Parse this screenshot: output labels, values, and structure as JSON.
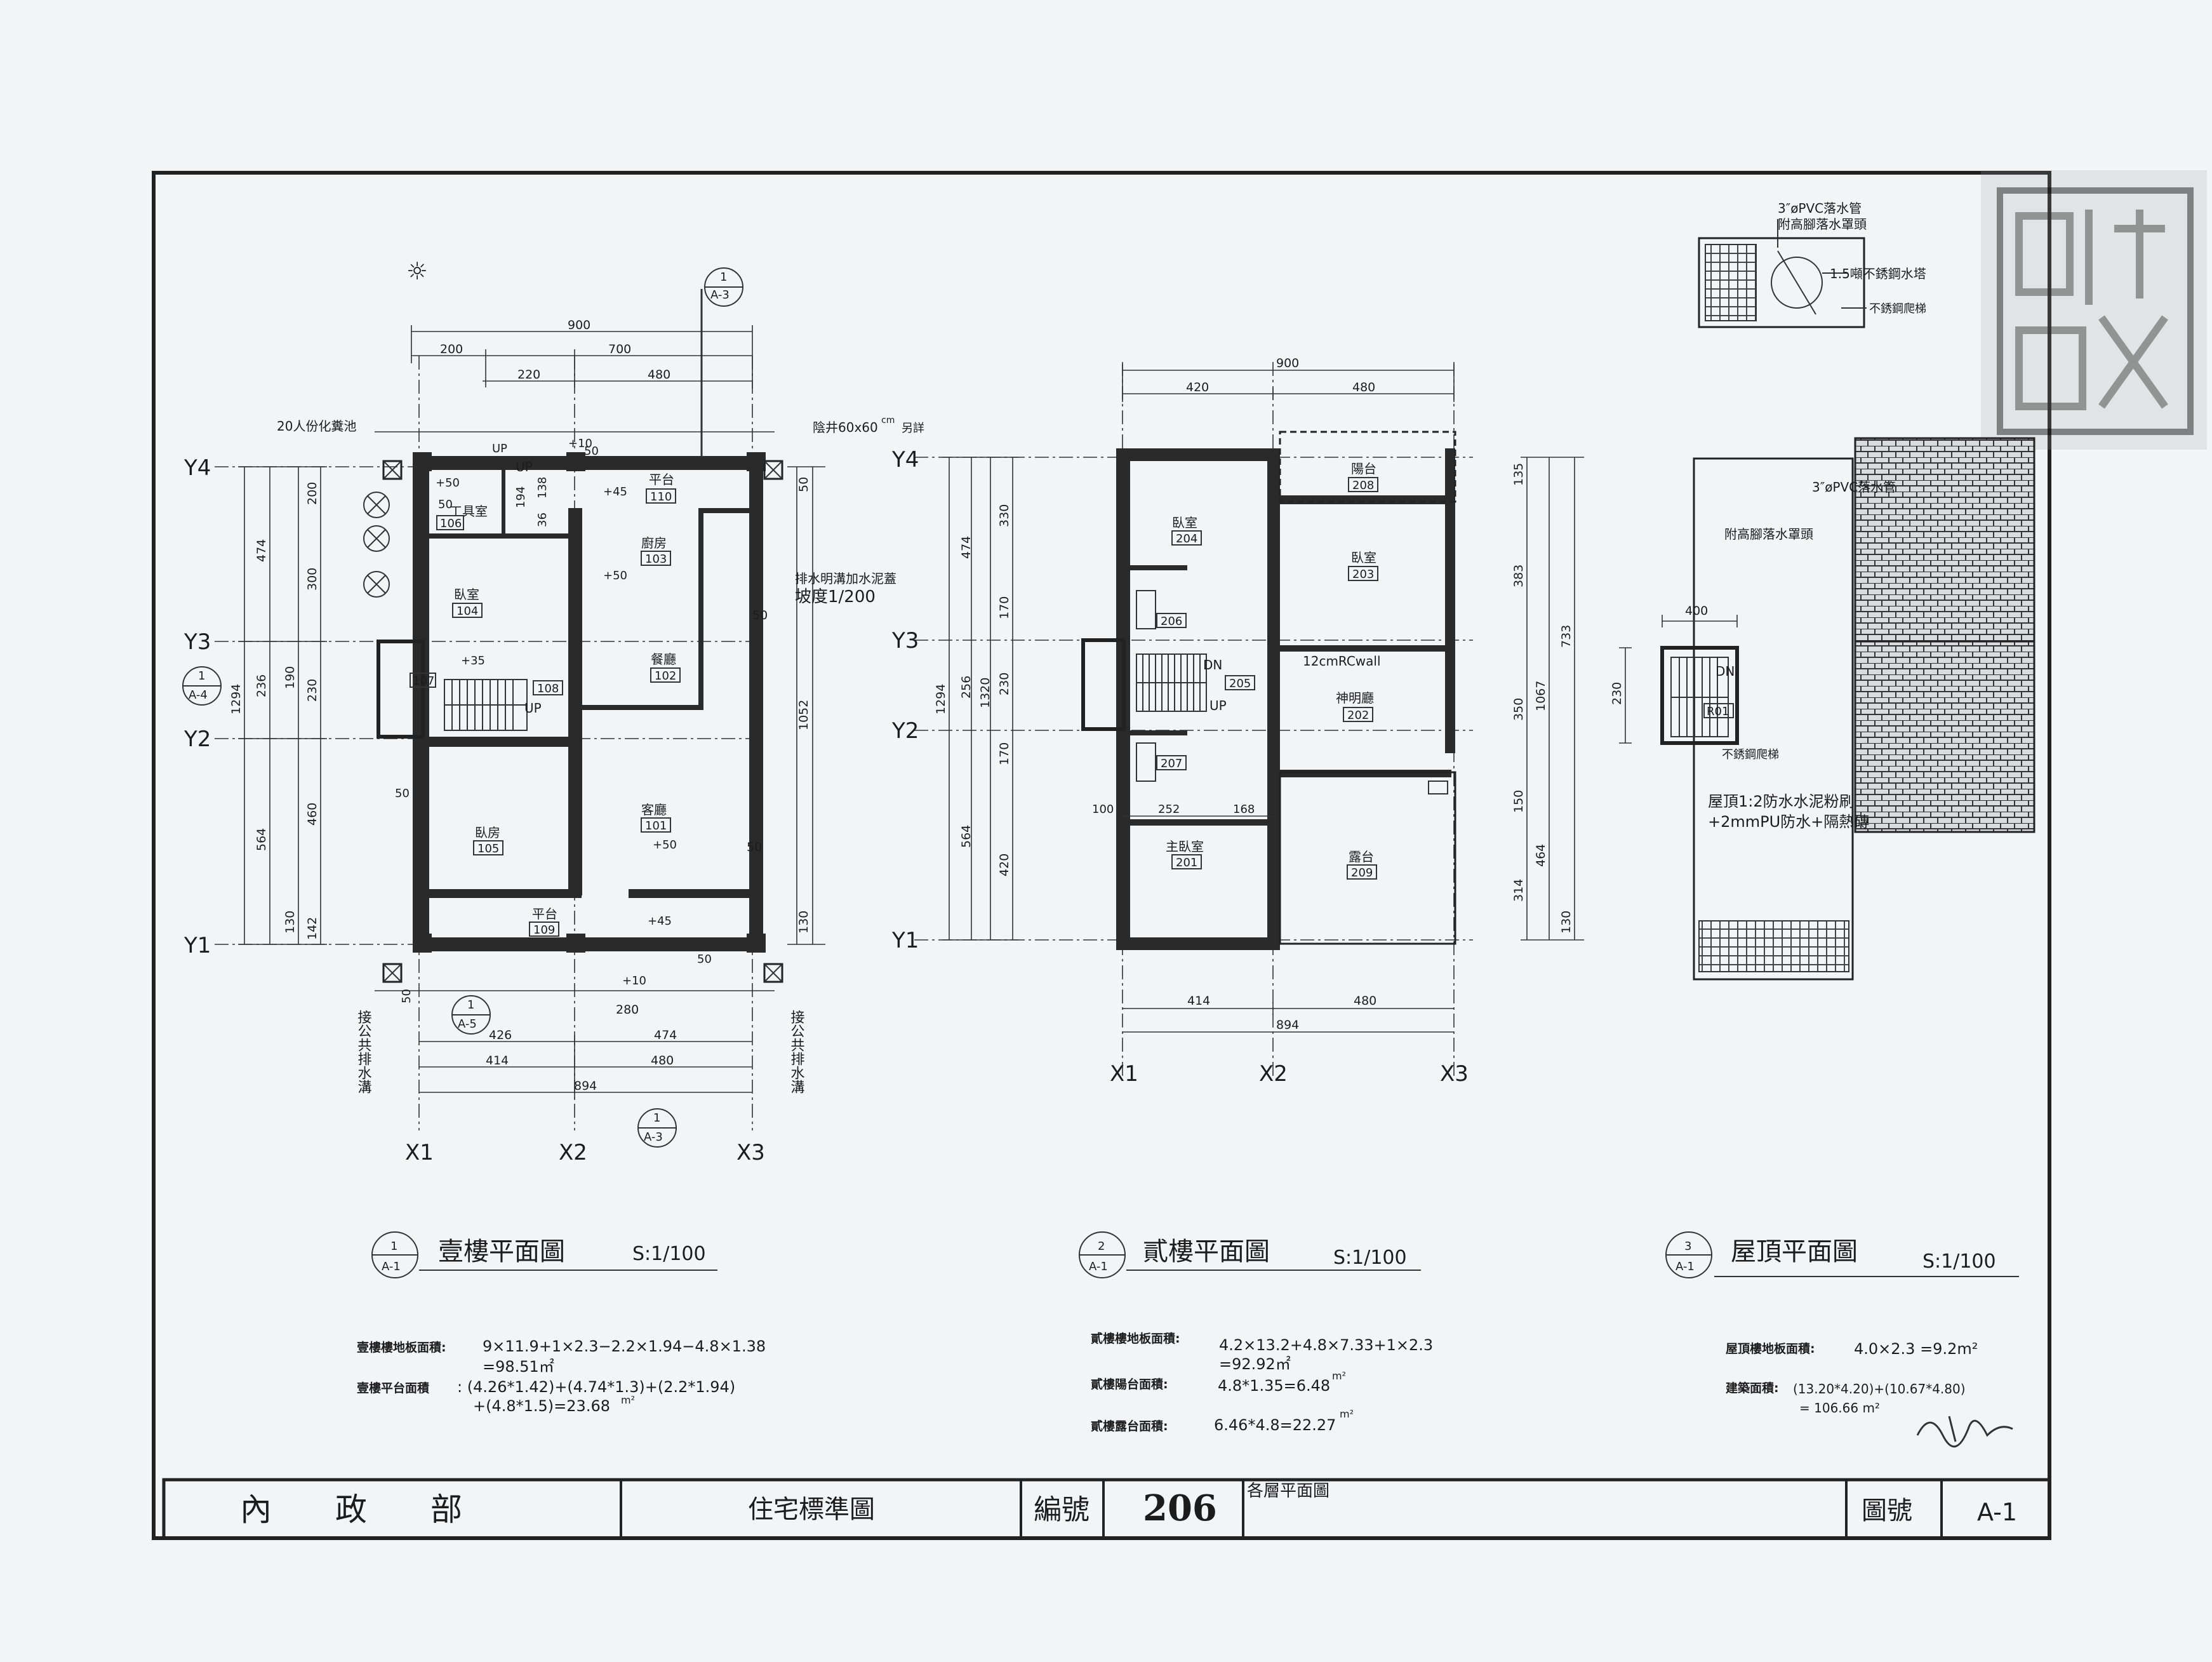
{
  "colors": {
    "paper": "#f3f4f6",
    "ink": "#1c1c1c"
  },
  "icons": {
    "sheet_stamp": "seal-stamp-icon",
    "signature": "handwritten-signature"
  },
  "floor1": {
    "title": "壹樓平面圖",
    "scale": "S:1/100",
    "marker_top": "1",
    "marker_bottom": "A-1",
    "dims_top": [
      "900",
      "200",
      "700",
      "220",
      "480"
    ],
    "dims_bottom": [
      "426",
      "474",
      "414",
      "480",
      "894",
      "280"
    ],
    "dims_left": [
      "200",
      "300",
      "474",
      "236",
      "190",
      "230",
      "1294",
      "460",
      "564",
      "130",
      "142"
    ],
    "dims_right": [
      "50",
      "50",
      "1052",
      "50",
      "130"
    ],
    "dims_misc": [
      "50",
      "50",
      "194",
      "138",
      "36",
      "50",
      "50",
      "50"
    ],
    "rooms": [
      {
        "name": "工具室",
        "num": "106"
      },
      {
        "name": "平台",
        "num": "110"
      },
      {
        "name": "廚房",
        "num": "103"
      },
      {
        "name": "臥室",
        "num": "104"
      },
      {
        "name": "",
        "num": "107"
      },
      {
        "name": "",
        "num": "108"
      },
      {
        "name": "餐廳",
        "num": "102"
      },
      {
        "name": "客廳",
        "num": "101"
      },
      {
        "name": "臥房",
        "num": "105"
      },
      {
        "name": "平台",
        "num": "109"
      }
    ],
    "levels": [
      "+50",
      "+45",
      "+50",
      "+35",
      "+50",
      "+45",
      "+10",
      "+10"
    ],
    "notes": {
      "septic": "20人份化糞池",
      "manhole": "陰井60x60",
      "manhole_unit": "cm",
      "manhole_detail": "另詳",
      "drain": "排水明溝加水泥蓋",
      "slope": "坡度1/200",
      "sewer_left": "接公共排水溝",
      "sewer_right": "接公共排水溝"
    },
    "up_labels": [
      "UP",
      "UP",
      "UP"
    ],
    "sections": [
      "A-3",
      "A-4",
      "A-5",
      "A-3"
    ],
    "section_num": "1",
    "axes_y": [
      "Y4",
      "Y3",
      "Y2",
      "Y1"
    ],
    "axes_x": [
      "X1",
      "X2",
      "X3"
    ],
    "north_mark": "☼"
  },
  "floor2": {
    "title": "貳樓平面圖",
    "scale": "S:1/100",
    "marker_top": "2",
    "marker_bottom": "A-1",
    "dims_top": [
      "900",
      "420",
      "480"
    ],
    "dims_bottom": [
      "414",
      "480",
      "894",
      "100",
      "252",
      "168"
    ],
    "dims_left": [
      "474",
      "330",
      "170",
      "256",
      "230",
      "1320",
      "1294",
      "170",
      "564",
      "420"
    ],
    "dims_right": [
      "135",
      "383",
      "733",
      "350",
      "1067",
      "150",
      "464",
      "314",
      "130"
    ],
    "rooms": [
      {
        "name": "臥室",
        "num": "204"
      },
      {
        "name": "陽台",
        "num": "208"
      },
      {
        "name": "臥室",
        "num": "203"
      },
      {
        "name": "",
        "num": "206"
      },
      {
        "name": "",
        "num": "205"
      },
      {
        "name": "神明廳",
        "num": "202"
      },
      {
        "name": "",
        "num": "207"
      },
      {
        "name": "主臥室",
        "num": "201"
      },
      {
        "name": "露台",
        "num": "209"
      }
    ],
    "notes": {
      "rc_wall": "12cmRCwall"
    },
    "dn": "DN",
    "up": "UP",
    "axes_y": [
      "Y4",
      "Y3",
      "Y2",
      "Y1"
    ],
    "axes_x": [
      "X1",
      "X2",
      "X3"
    ]
  },
  "roof": {
    "title": "屋頂平面圖",
    "scale": "S:1/100",
    "marker_top": "3",
    "marker_bottom": "A-1",
    "dims": [
      "400",
      "230"
    ],
    "room_num": "R01",
    "dn": "DN",
    "notes": {
      "pvc_top": "3″øPVC落水管",
      "pvc_top2": "附高腳落水罩頭",
      "tank": "1.5噸不銹鋼水塔",
      "ladder_top": "不銹鋼爬梯",
      "pvc_mid": "3″øPVC落水管",
      "pvc_mid2": "附高腳落水罩頭",
      "ladder_mid": "不銹鋼爬梯",
      "roof1": "屋頂1:2防水水泥粉刷",
      "roof2": "+2mmPU防水+隔熱磚"
    }
  },
  "areas": {
    "f1_floor_label": "壹樓樓地板面積:",
    "f1_floor_l1": "9×11.9+1×2.3−2.2×1.94−4.8×1.38",
    "f1_floor_l2": "=98.51㎡",
    "f1_plat_label": "壹樓平台面積",
    "f1_plat_l1": ": (4.26*1.42)+(4.74*1.3)+(2.2*1.94)",
    "f1_plat_l2": "+(4.8*1.5)=23.68",
    "f1_plat_unit": "m²",
    "f2_floor_label": "貳樓樓地板面積:",
    "f2_floor_l1": "4.2×13.2+4.8×7.33+1×2.3",
    "f2_floor_l2": "=92.92㎡",
    "f2_bal_label": "貳樓陽台面積:",
    "f2_bal_val": "4.8*1.35=6.48",
    "f2_bal_unit": "m²",
    "f2_ter_label": "貳樓露台面積:",
    "f2_ter_val": "6.46*4.8=22.27",
    "f2_ter_unit": "m²",
    "roof_floor_label": "屋頂樓地板面積:",
    "roof_floor_val": "4.0×2.3 =9.2m²",
    "bldg_label": "建築面積:",
    "bldg_l1": "(13.20*4.20)+(10.67*4.80)",
    "bldg_l2": "= 106.66 m²"
  },
  "title_block": {
    "ministry": "內　　政　　部",
    "project": "住宅標準圖",
    "serial_label": "編號",
    "serial_value": "206",
    "sheet_desc": "各層平面圖",
    "drawing_no_label": "圖號",
    "drawing_no_value": "A-1"
  }
}
